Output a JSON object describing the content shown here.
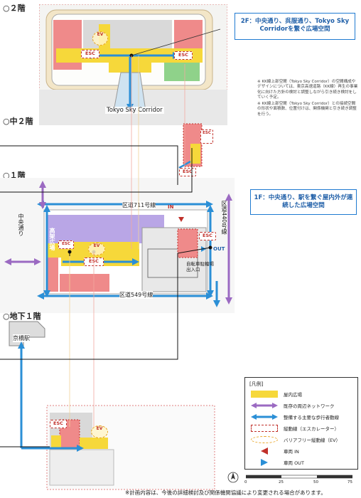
{
  "floors": {
    "f2": "○２階",
    "m2": "○中２階",
    "f1": "○１階",
    "b1": "○地下１階"
  },
  "callouts": {
    "f2": "2F：中央通り、呉服通り、Tokyo Sky Corridorを繋ぐ広場空間",
    "f1": "1F：中央通り、駅を繋ぐ屋内外が連続した広場空間"
  },
  "notes": [
    "※ KK線上部空間（Tokyo Sky Corridor）の空間構成やデザインについては、東京高速道路（KK線）再生の事業化に向けた方針の検討と調整しながら引き続き検討をしていく予定。",
    "※ KK線上部空間（Tokyo Sky Corridor）との接続空間の形状や面積数、位置付けは、関係機関と引き続き調整を行う。"
  ],
  "places": {
    "sky_corridor": "Tokyo Sky Corridor",
    "road_711": "区道711号線",
    "road_549": "区道549号線",
    "road_440": "区道440号線",
    "chuo_dori": "中央通り",
    "plaza": "高架広場",
    "bike_parking": "自転車駐輪場出入口",
    "in": "IN",
    "out": "OUT",
    "kyobashi": "京橋駅"
  },
  "markers": {
    "esc": "ESC",
    "ev": "EV"
  },
  "legend": {
    "title": "[凡例]",
    "items": [
      {
        "label": "屋内広場",
        "swatch": "yellow-fill"
      },
      {
        "label": "既存の周辺ネットワーク",
        "swatch": "purple-arrow"
      },
      {
        "label": "整備する主要な歩行者動線",
        "swatch": "blue-arrow"
      },
      {
        "label": "縦動線（エスカレーター）",
        "swatch": "red-dashed-box"
      },
      {
        "label": "バリアフリー縦動線（EV）",
        "swatch": "orange-dashed-ellipse"
      },
      {
        "label": "車両 IN",
        "swatch": "red-triangle"
      },
      {
        "label": "車両 OUT",
        "swatch": "blue-triangle"
      }
    ]
  },
  "scale": {
    "labels": [
      "0",
      "25",
      "50",
      "75"
    ]
  },
  "footer": "※計画内容は、今後の詳細検討及び関係機関協議により変更される場合があります。",
  "colors": {
    "indoor_plaza": "#f6d83a",
    "existing_network": "#9b6ac2",
    "pedestrian_route": "#2b8fd6",
    "escalator": "#c0302a",
    "elevator": "#e8a320",
    "retail_pink": "#ef8a8a",
    "office_purple": "#b9a6e6",
    "green": "#8fd28a"
  }
}
